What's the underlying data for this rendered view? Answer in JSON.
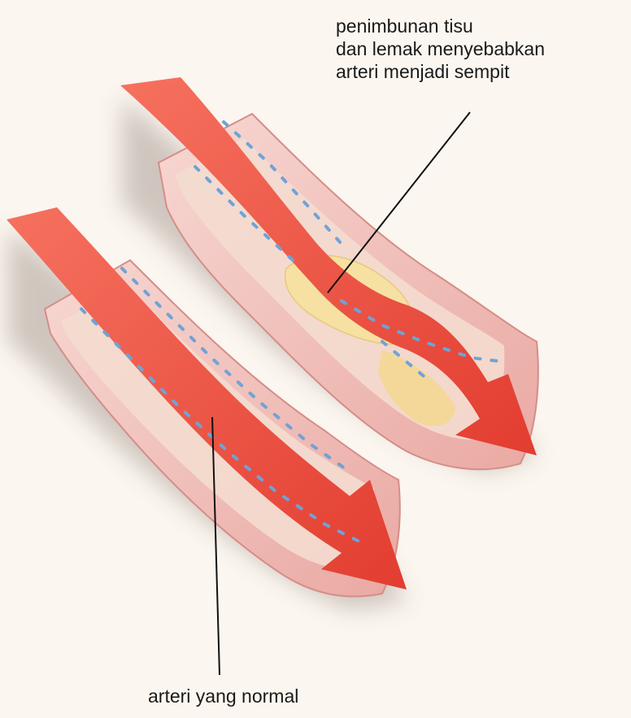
{
  "labels": {
    "narrowed": [
      "penimbunan tisu",
      "dan lemak menyebabkan",
      "arteri menjadi sempit"
    ],
    "normal": "arteri yang normal"
  },
  "colors": {
    "background": "#fbf6ef",
    "vessel_wall": "#f2c7c3",
    "vessel_wall_dark": "#e79d99",
    "blood": "#e8483b",
    "blood_highlight": "#f6715f",
    "plaque": "#f7e2a0",
    "endothelium_dots": "#6fa3d6",
    "pointer_line": "#111111"
  }
}
